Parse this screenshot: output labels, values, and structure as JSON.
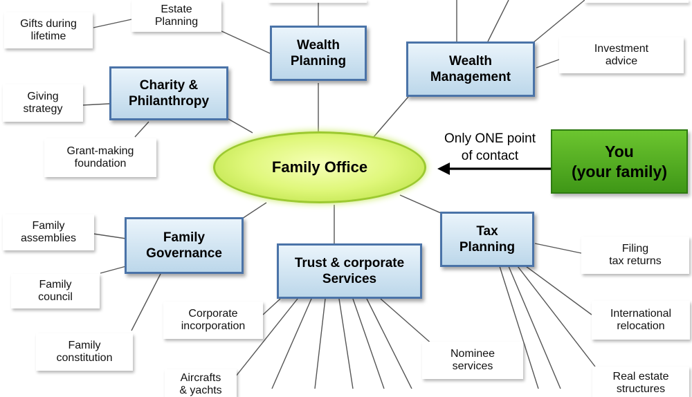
{
  "center": {
    "label": "Family Office"
  },
  "you": {
    "label": "You\n(your family)"
  },
  "contact": {
    "label": "Only ONE point\nof contact"
  },
  "hubs": {
    "wealth_planning": "Wealth\nPlanning",
    "wealth_management": "Wealth\nManagement",
    "charity": "Charity &\nPhilanthropy",
    "governance": "Family\nGovernance",
    "trust": "Trust & corporate\nServices",
    "tax": "Tax\nPlanning"
  },
  "leaves": {
    "gifts": "Gifts during\nlifetime",
    "estate": "Estate\nPlanning",
    "investment": "Investment\nadvice",
    "giving": "Giving\nstrategy",
    "grant": "Grant-making\nfoundation",
    "assemblies": "Family\nassemblies",
    "council": "Family\ncouncil",
    "constitution": "Family\nconstitution",
    "corporate": "Corporate\nincorporation",
    "aircrafts": "Aircrafts\n& yachts",
    "nominee": "Nominee\nservices",
    "filing": "Filing\ntax returns",
    "relocation": "International\nrelocation",
    "realestate": "Real estate\nstructures"
  },
  "colors": {
    "hub_border": "#4a73a8",
    "center_fill": "#dff77a",
    "you_fill": "#4fa91f",
    "line": "#555555"
  }
}
